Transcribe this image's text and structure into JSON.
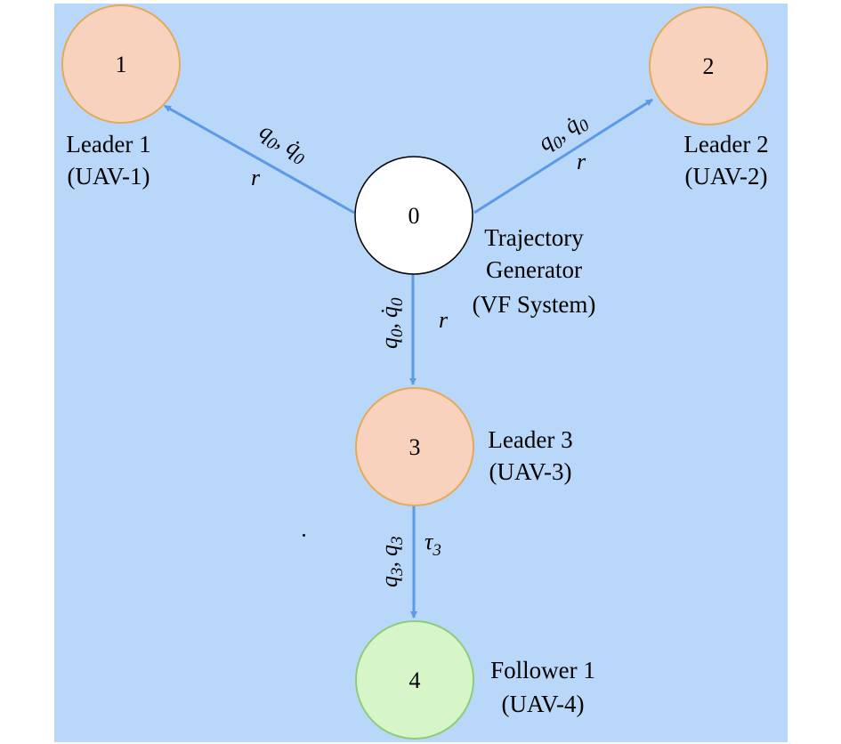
{
  "colors": {
    "background": "#b9d7f9",
    "edge": "#5a9ae6",
    "leader_fill": "#f9d2bd",
    "leader_stroke": "#e5a95a",
    "generator_fill": "#ffffff",
    "generator_stroke": "#000000",
    "follower_fill": "#d6f5c9",
    "follower_stroke": "#8ecd76"
  },
  "nodes": {
    "n0": {
      "id": "0",
      "label_lines": [
        "Trajectory",
        "Generator",
        "(VF System)"
      ]
    },
    "n1": {
      "id": "1",
      "label_lines": [
        "Leader 1",
        "(UAV-1)"
      ]
    },
    "n2": {
      "id": "2",
      "label_lines": [
        "Leader 2",
        "(UAV-2)"
      ]
    },
    "n3": {
      "id": "3",
      "label_lines": [
        "Leader 3",
        "(UAV-3)"
      ]
    },
    "n4": {
      "id": "4",
      "label_lines": [
        "Follower 1",
        "(UAV-4)"
      ]
    }
  },
  "edges": {
    "e01": {
      "from": "0",
      "to": "1",
      "signal": "q",
      "signal_sub": "0",
      "rate": "q̇",
      "rate_sub": "0",
      "ref": "r"
    },
    "e02": {
      "from": "0",
      "to": "2",
      "signal": "q",
      "signal_sub": "0",
      "rate": "q̇",
      "rate_sub": "0",
      "ref": "r"
    },
    "e03": {
      "from": "0",
      "to": "3",
      "signal": "q",
      "signal_sub": "0",
      "rate": "q̇",
      "rate_sub": "0",
      "ref": "r"
    },
    "e34": {
      "from": "3",
      "to": "4",
      "signal": "q",
      "signal_sub": "3",
      "rate": "q",
      "rate_sub": "3",
      "ref": "τ",
      "ref_sub": "3"
    }
  },
  "separator": ","
}
